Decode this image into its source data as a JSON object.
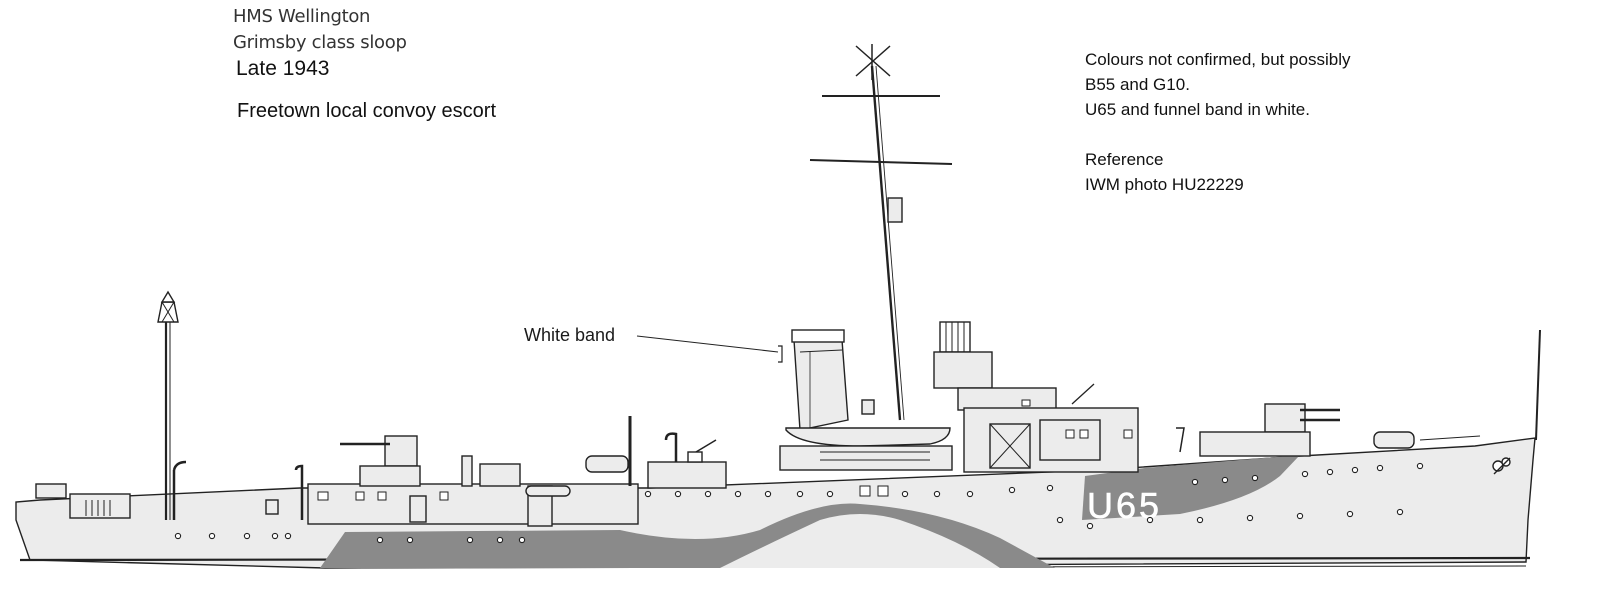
{
  "title": {
    "ship_name": "HMS Wellington",
    "ship_class": "Grimsby class sloop",
    "period": "Late 1943",
    "service": "Freetown local convoy escort"
  },
  "notes": {
    "colours": [
      "Colours not confirmed, but possibly",
      "B55 and G10.",
      "U65 and funnel band in white."
    ],
    "reference_heading": "Reference",
    "reference": "IWM photo HU22229"
  },
  "annotations": {
    "white_band_label": "White band"
  },
  "hull": {
    "pennant_number": "U65"
  },
  "colors": {
    "camouflage_dark": "#8a8a8a",
    "camouflage_light": "#ececec",
    "outline": "#222222",
    "background": "#ffffff"
  }
}
